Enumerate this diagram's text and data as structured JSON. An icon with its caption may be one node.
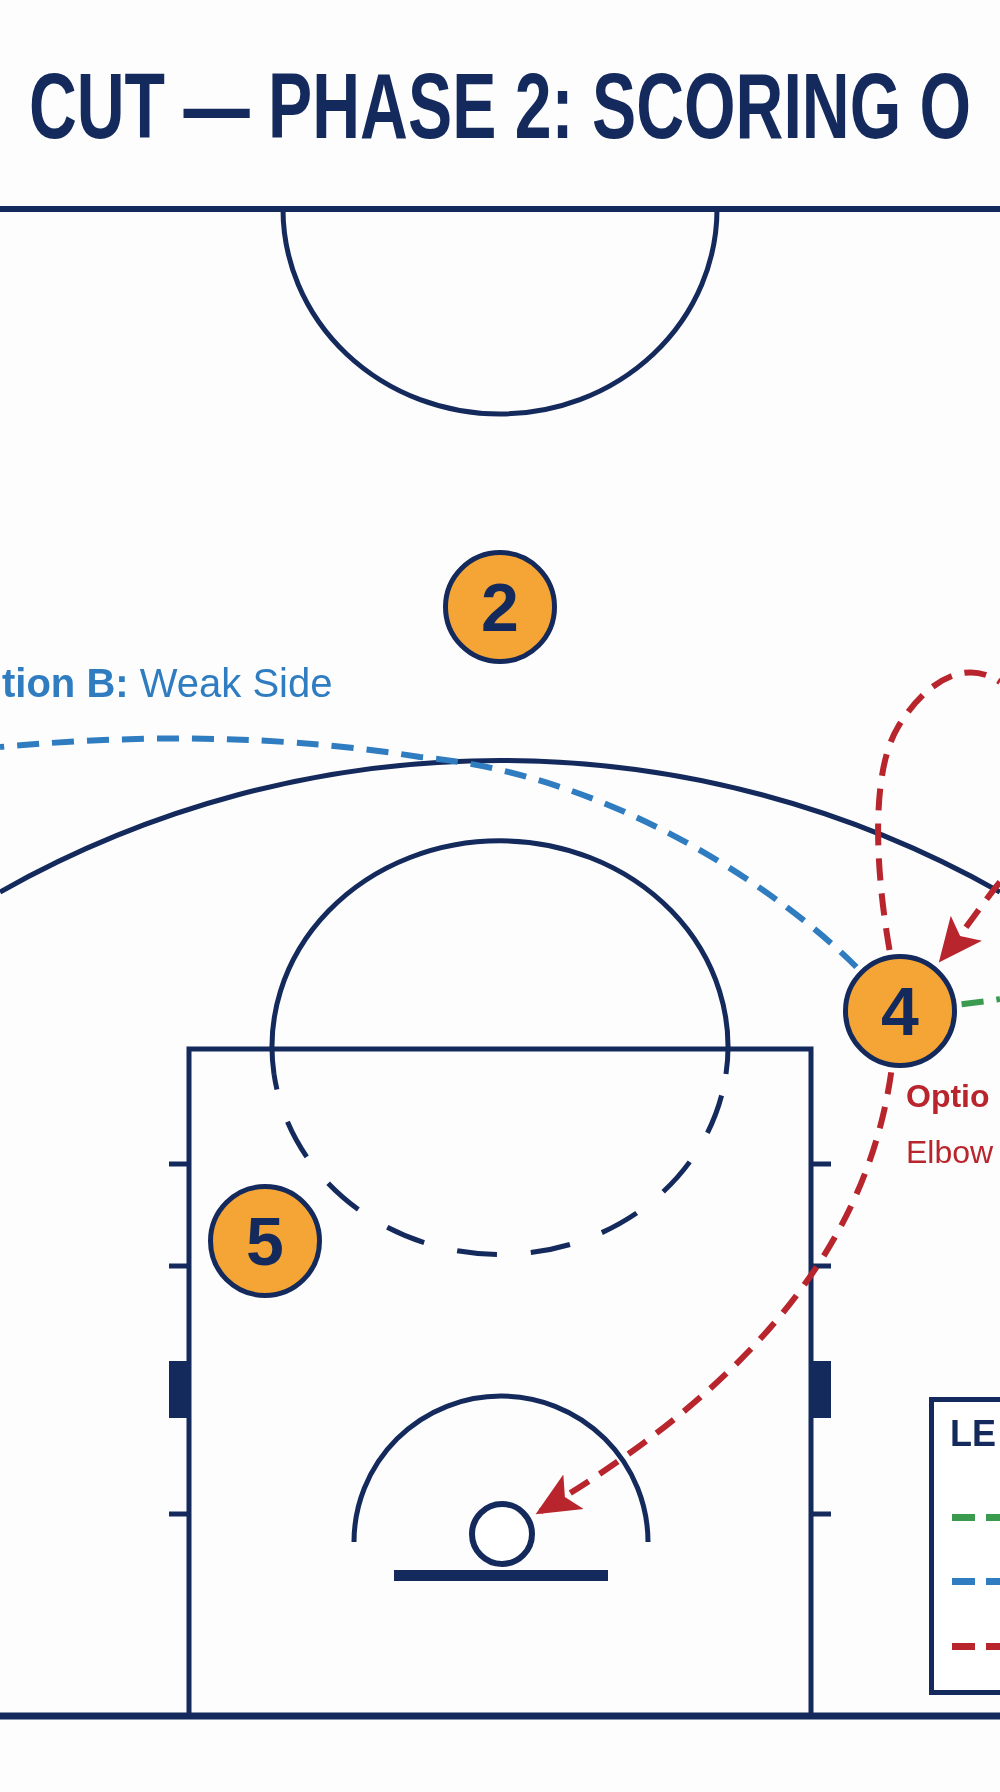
{
  "diagram": {
    "title": "CUT — PHASE 2: SCORING O",
    "nodes": [
      {
        "text": [
          "2"
        ]
      },
      {
        "text": [
          "4"
        ]
      },
      {
        "text": [
          "5"
        ]
      },
      {
        "text": [
          "LE"
        ]
      },
      {
        "text": [],
        "shape": "circle"
      }
    ],
    "edges": [
      {
        "from": 1,
        "to": null,
        "arrow": "none",
        "style": "dashed",
        "color": "#2f7cc0",
        "label": "**tion B:** Weak Side"
      },
      {
        "from": 1,
        "to": null,
        "arrow": "none",
        "style": "dashed"
      },
      {
        "from": null,
        "to": 1,
        "arrow": "to",
        "style": "dashed"
      },
      {
        "from": 1,
        "to": null,
        "arrow": "none",
        "style": "dashed",
        "color": "#3a9b4f"
      },
      {
        "from": 1,
        "to": 4,
        "arrow": "to",
        "style": "dashed",
        "label": "**Optio** Elbow"
      }
    ]
  }
}
